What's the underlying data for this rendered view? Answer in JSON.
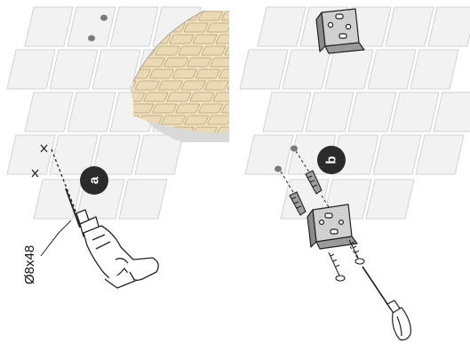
{
  "panels": [
    {
      "step": "a",
      "drill_bit_size": "Ø8x48"
    },
    {
      "step": "b"
    }
  ],
  "colors": {
    "tile_fill": "#f2f2f2",
    "tile_stroke": "#d2d2d2",
    "brick_fill": "#ead9b4",
    "brick_stroke": "#b89f74",
    "cutaway_shadow": "#d6d6d6",
    "badge_fill": "#2b2b2b",
    "line": "#222222",
    "hole": "#7a7a7a"
  },
  "icons": [
    "drill-icon",
    "screwdriver-icon",
    "wall-bracket-icon",
    "wall-plug-icon",
    "screw-icon"
  ]
}
